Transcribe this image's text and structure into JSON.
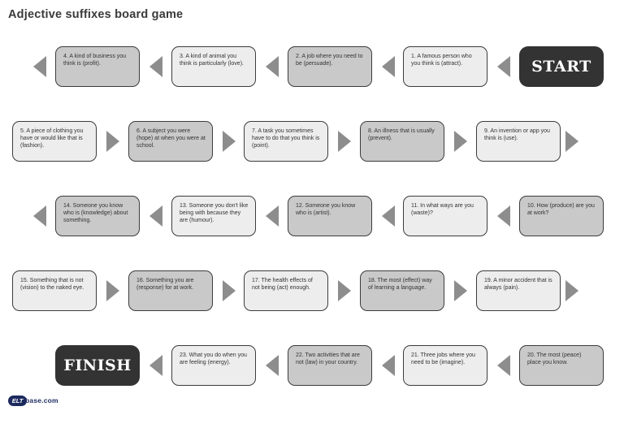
{
  "title": "Adjective suffixes board game",
  "logo": {
    "badge": "ELT",
    "suffix": "base.com"
  },
  "colors": {
    "box_light": "#ededed",
    "box_dark": "#c9c9c9",
    "box_border": "#3c3c3c",
    "arrow_gray": "#8d8d8d",
    "terminal_bg": "#333333",
    "terminal_text": "#ffffff",
    "logo_navy": "#1c2a5e"
  },
  "board": {
    "rows": [
      {
        "direction": "left",
        "cells": [
          {
            "kind": "arrow"
          },
          {
            "kind": "box",
            "shade": "dark",
            "text": "4. A kind of business you think is (profit)."
          },
          {
            "kind": "arrow"
          },
          {
            "kind": "box",
            "shade": "light",
            "text": "3. A kind of animal you think is particularly (love)."
          },
          {
            "kind": "arrow"
          },
          {
            "kind": "box",
            "shade": "dark",
            "text": "2. A job where you need to be (persuade)."
          },
          {
            "kind": "arrow"
          },
          {
            "kind": "box",
            "shade": "light",
            "text": "1. A famous person who you think is (attract)."
          },
          {
            "kind": "arrow"
          },
          {
            "kind": "start",
            "text": "START"
          }
        ]
      },
      {
        "direction": "right",
        "cells": [
          {
            "kind": "box",
            "shade": "light",
            "text": "5. A piece of clothing you have or would like that is (fashion)."
          },
          {
            "kind": "arrow"
          },
          {
            "kind": "box",
            "shade": "dark",
            "text": "6. A subject you were (hope) at when you were at school."
          },
          {
            "kind": "arrow"
          },
          {
            "kind": "box",
            "shade": "light",
            "text": "7. A task you sometimes have to do that you think is (point)."
          },
          {
            "kind": "arrow"
          },
          {
            "kind": "box",
            "shade": "dark",
            "text": "8. An illness that is usually (prevent)."
          },
          {
            "kind": "arrow"
          },
          {
            "kind": "box",
            "shade": "light",
            "text": "9. An invention or app you think is (use)."
          },
          {
            "kind": "arrow"
          }
        ]
      },
      {
        "direction": "left",
        "cells": [
          {
            "kind": "arrow"
          },
          {
            "kind": "box",
            "shade": "dark",
            "text": "14. Someone you know who is (knowledge) about something."
          },
          {
            "kind": "arrow"
          },
          {
            "kind": "box",
            "shade": "light",
            "text": "13. Someone you don't like being with because they are (humour)."
          },
          {
            "kind": "arrow"
          },
          {
            "kind": "box",
            "shade": "dark",
            "text": "12. Someone you know who is (artist)."
          },
          {
            "kind": "arrow"
          },
          {
            "kind": "box",
            "shade": "light",
            "text": "11. In what ways are you (waste)?"
          },
          {
            "kind": "arrow"
          },
          {
            "kind": "box",
            "shade": "dark",
            "text": "10. How (produce) are you at work?"
          }
        ]
      },
      {
        "direction": "right",
        "cells": [
          {
            "kind": "box",
            "shade": "light",
            "text": "15. Something that is not (vision) to the naked eye."
          },
          {
            "kind": "arrow"
          },
          {
            "kind": "box",
            "shade": "dark",
            "text": "16. Something you are (response) for at work."
          },
          {
            "kind": "arrow"
          },
          {
            "kind": "box",
            "shade": "light",
            "text": "17. The health effects of not being (act) enough."
          },
          {
            "kind": "arrow"
          },
          {
            "kind": "box",
            "shade": "dark",
            "text": "18. The most (effect) way of learning a language."
          },
          {
            "kind": "arrow"
          },
          {
            "kind": "box",
            "shade": "light",
            "text": "19. A minor accident that is always (pain)."
          },
          {
            "kind": "arrow"
          }
        ]
      },
      {
        "direction": "left",
        "cells": [
          {
            "kind": "finish",
            "text": "FINISH"
          },
          {
            "kind": "arrow"
          },
          {
            "kind": "box",
            "shade": "light",
            "text": "23. What you do when you are feeling (energy)."
          },
          {
            "kind": "arrow"
          },
          {
            "kind": "box",
            "shade": "dark",
            "text": "22. Two activities that are not (law) in your country."
          },
          {
            "kind": "arrow"
          },
          {
            "kind": "box",
            "shade": "light",
            "text": "21. Three jobs where you need to be (imagine)."
          },
          {
            "kind": "arrow"
          },
          {
            "kind": "box",
            "shade": "dark",
            "text": "20. The most (peace) place you know."
          }
        ]
      }
    ]
  }
}
